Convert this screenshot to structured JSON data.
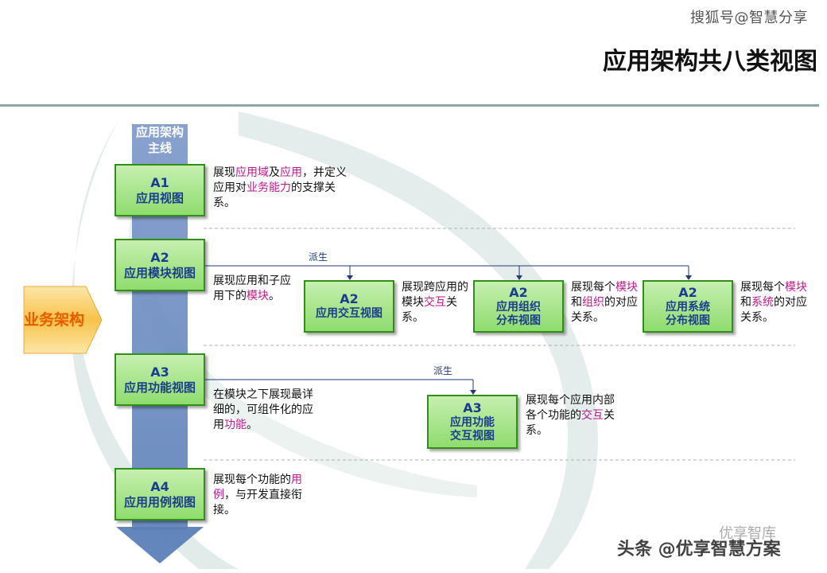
{
  "watermark_top": "搜狐号@智慧分享",
  "title": "应用架构共八类视图",
  "spine_label": "应用架构主线",
  "business_architecture": "业务架构",
  "derive_label": "派生",
  "views": {
    "a1": {
      "code": "A1",
      "name": "应用视图"
    },
    "a2_module": {
      "code": "A2",
      "name": "应用模块视图"
    },
    "a2_interaction": {
      "code": "A2",
      "name": "应用交互视图"
    },
    "a2_org": {
      "code": "A2",
      "name_line1": "应用组织",
      "name_line2": "分布视图"
    },
    "a2_system": {
      "code": "A2",
      "name_line1": "应用系统",
      "name_line2": "分布视图"
    },
    "a3_function": {
      "code": "A3",
      "name": "应用功能视图"
    },
    "a3_interaction": {
      "code": "A3",
      "name_line1": "应用功能",
      "name_line2": "交互视图"
    },
    "a4": {
      "code": "A4",
      "name": "应用用例视图"
    }
  },
  "descriptions": {
    "a1": {
      "p1": "展现",
      "h1": "应用域",
      "p2": "及",
      "h2": "应用",
      "p3": "，并定义应用对",
      "h3": "业务能力",
      "p4": "的支撑关系。"
    },
    "a2_module": {
      "p1": "展现应用和子应用下的",
      "h1": "模块",
      "p2": "。"
    },
    "a2_interaction": {
      "p1": "展现跨应用的模块",
      "h1": "交互",
      "p2": "关系。"
    },
    "a2_org": {
      "p1": "展现每个",
      "h1": "模块",
      "p2": "和",
      "h2": "组织",
      "p3": "的对应关系。"
    },
    "a2_system": {
      "p1": "展现每个",
      "h1": "模块",
      "p2": "和",
      "h2": "系统",
      "p3": "的对应关系。"
    },
    "a3_function": {
      "p1": "在模块之下展现最详细的，可组件化的应用",
      "h1": "功能",
      "p2": "。"
    },
    "a3_interaction": {
      "p1": "展现每个应用内部各个功能的",
      "h1": "交互",
      "p2": "关系。"
    },
    "a4": {
      "p1": "展现每个功能的",
      "h1": "用例",
      "p2": "，与开发直接衔接。"
    }
  },
  "footer_watermark": "头条 @优享智慧方案",
  "footer_watermark_logo": "优享智库",
  "colors": {
    "box_border": "#2f8f16",
    "box_text": "#1b3d8f",
    "highlight": "#c0178f",
    "spine": "#6f8fc4",
    "business_arrow": "#f7c24a",
    "business_text": "#e65c00",
    "top_rule": "#8aa6a6"
  }
}
